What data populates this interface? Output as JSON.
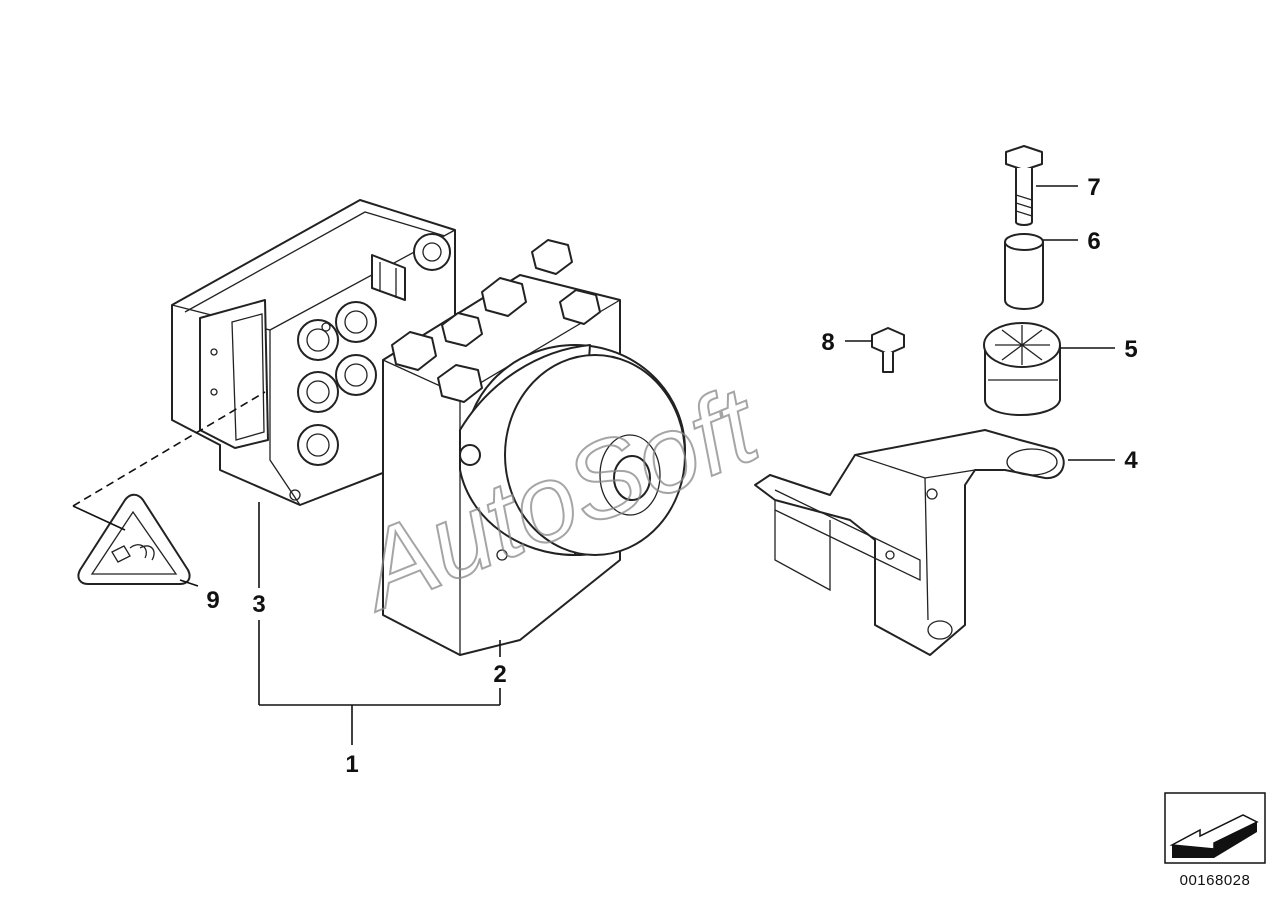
{
  "diagram": {
    "callouts": [
      {
        "id": "1",
        "label": "1"
      },
      {
        "id": "2",
        "label": "2"
      },
      {
        "id": "3",
        "label": "3"
      },
      {
        "id": "4",
        "label": "4"
      },
      {
        "id": "5",
        "label": "5"
      },
      {
        "id": "6",
        "label": "6"
      },
      {
        "id": "7",
        "label": "7"
      },
      {
        "id": "8",
        "label": "8"
      },
      {
        "id": "9",
        "label": "9"
      }
    ],
    "watermark": "AutoSoft",
    "reference_code": "00168028"
  }
}
